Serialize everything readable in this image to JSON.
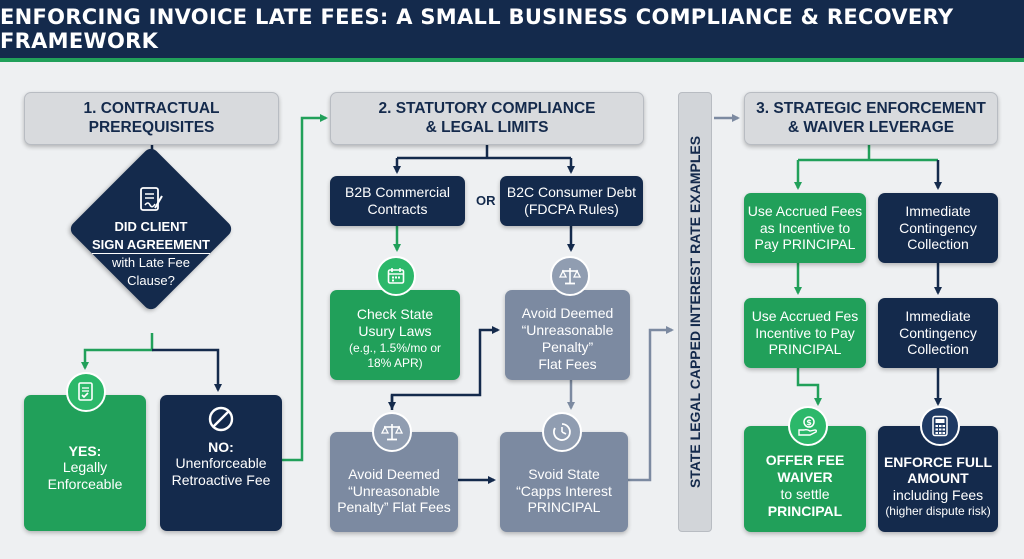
{
  "title": "ENFORCING INVOICE LATE FEES: A SMALL BUSINESS COMPLIANCE & RECOVERY FRAMEWORK",
  "colors": {
    "navy": "#142a4c",
    "green": "#21a05a",
    "slate": "#7c8aa1",
    "gray": "#d8dadd"
  },
  "col1": {
    "header": [
      "1. CONTRACTUAL",
      "PREREQUISITES"
    ],
    "decision": {
      "line1": "DID CLIENT",
      "line2": "SIGN AGREEMENT",
      "line3": "with Late Fee",
      "line4": "Clause?",
      "icon": "signed-document-icon"
    },
    "yes": {
      "line1": "YES:",
      "line2": "Legally",
      "line3": "Enforceable",
      "icon": "approved-document-icon"
    },
    "no": {
      "line1": "NO:",
      "line2": "Unenforceable",
      "line3": "Retroactive Fee",
      "icon": "prohibited-icon"
    }
  },
  "col2": {
    "header": [
      "2. STATUTORY COMPLIANCE",
      "& LEGAL LIMITS"
    ],
    "or_label": "OR",
    "b2b": [
      "B2B Commercial",
      "Contracts"
    ],
    "b2c": [
      "B2C Consumer Debt",
      "(FDCPA Rules)"
    ],
    "usury": {
      "lines": [
        "Check State",
        "Usury Laws"
      ],
      "note": [
        "(e.g., 1.5%/mo or",
        "18% APR)"
      ],
      "icon": "calendar-icon"
    },
    "avoid_top": {
      "lines": [
        "Avoid Deemed",
        "“Unreasonable",
        "Penalty”",
        "Flat Fees"
      ],
      "icon": "scales-icon"
    },
    "avoid_bottom": {
      "lines": [
        "Avoid Deemed",
        "“Unreasonable",
        "Penalty” Flat Fees"
      ],
      "icon": "scales-icon"
    },
    "caps": {
      "lines": [
        "Svoid State",
        "“Capps Interest",
        "PRINCIPAL"
      ],
      "icon": "clock-icon"
    }
  },
  "vertical_label": "STATE LEGAL CAPPED INTEREST RATE EXAMPLES",
  "col3": {
    "header": [
      "3. STRATEGIC ENFORCEMENT",
      "& WAIVER LEVERAGE"
    ],
    "green1": [
      "Use Accrued Fees",
      "as Incentive to",
      "Pay PRINCIPAL"
    ],
    "navy1": [
      "Immediate",
      "Contingency",
      "Collection"
    ],
    "green2": [
      "Use Accrued Fes",
      "Incentive to Pay",
      "PRINCIPAL"
    ],
    "navy2": [
      "Immediate",
      "Contingency",
      "Collection"
    ],
    "offer": {
      "lines": [
        "OFFER FEE",
        "WAIVER"
      ],
      "sub": [
        "to settle",
        "PRINCIPAL"
      ],
      "icon": "money-hand-icon"
    },
    "enforce": {
      "lines": [
        "ENFORCE FULL",
        "AMOUNT"
      ],
      "sub": [
        "including Fees"
      ],
      "note": "(higher dispute risk)",
      "icon": "calculator-icon"
    }
  }
}
